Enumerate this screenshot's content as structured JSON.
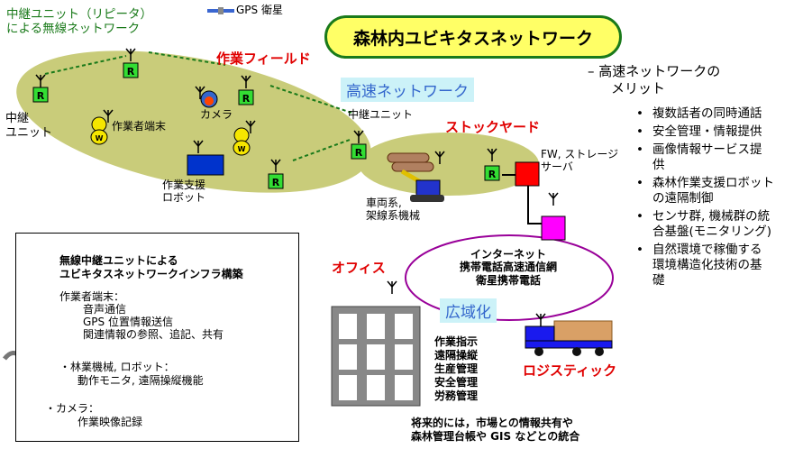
{
  "title": "森林内ユビキタスネットワーク",
  "labels": {
    "repeater_wireless": [
      "中継ユニット（リピータ）",
      "による無線ネットワーク"
    ],
    "gps_satellite": "GPS 衛星",
    "work_field": "作業フィールド",
    "high_speed_network": "高速ネットワーク",
    "relay_unit_left": [
      "中継",
      "ユニット"
    ],
    "worker_terminal": "作業者端末",
    "camera": "カメラ",
    "robot": [
      "作業支援",
      "ロボット"
    ],
    "relay_unit_center": "中継ユニット",
    "stockyard": "ストックヤード",
    "vehicles": [
      "車両系,",
      "架線系機械"
    ],
    "fw_storage": [
      "FW, ストレージ",
      "サーバ"
    ],
    "internet": [
      "インターネット",
      "携帯電話高速通信網",
      "衛星携帯電話"
    ],
    "office": "オフィス",
    "wide_area": "広域化",
    "logistics": "ロジスティック",
    "office_tasks": [
      "作業指示",
      "遠隔操縦",
      "生産管理",
      "安全管理",
      "労務管理"
    ],
    "future": [
      "将来的には，市場との情報共有や",
      "森林管理台帳や GIS などとの統合"
    ],
    "r_mark": "R",
    "w_mark": "W"
  },
  "legend": {
    "infra": [
      "無線中継ユニットによる",
      "ユビキタスネットワークインフラ構築"
    ],
    "terminal": [
      "作業者端末：",
      "音声通信",
      "GPS 位置情報送信",
      "関連情報の参照、追記、共有"
    ],
    "machine": [
      "・林業機械, ロボット：",
      "動作モニタ, 遠隔操縦機能"
    ],
    "camera": [
      "・カメラ：",
      "作業映像記録"
    ]
  },
  "merits": {
    "heading": [
      "– 高速ネットワークの",
      "メリット"
    ],
    "items": [
      "複数話者の同時通話",
      "安全管理・情報提供",
      "画像情報サービス提\n供",
      "森林作業支援ロボット\nの遠隔制御",
      "センサ群, 機械群の統\n合基盤(モニタリング)",
      "自然環境で稼働する\n環境構造化技術の基\n礎"
    ]
  },
  "colors": {
    "field": "#c9cc7a",
    "relay": "#33dd33",
    "title_fill": "#ffff66",
    "title_border": "#1a7a1a",
    "label_bg": "#ccf2f8",
    "label_text": "#3366cc",
    "red_text": "#e00000",
    "server": "#ff0000",
    "router": "#ff00ff",
    "robot": "#0033cc",
    "cloud_border": "#990099",
    "truck": "#1a1aee"
  }
}
